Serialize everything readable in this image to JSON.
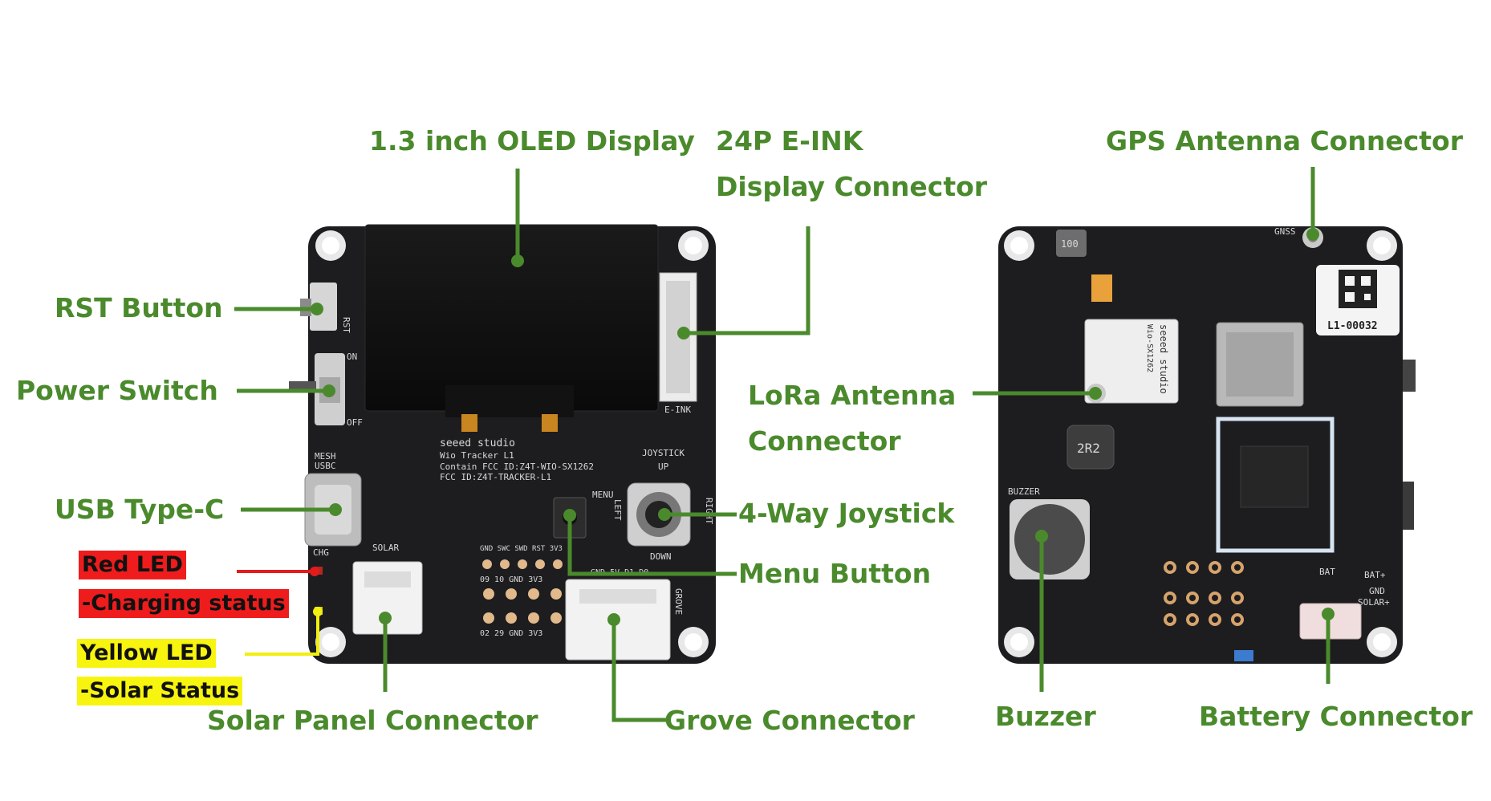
{
  "colors": {
    "label_green": "#4a8a2c",
    "leader_green": "#4a8a2c",
    "leader_red": "#e41b1b",
    "leader_yellow": "#f2ee10",
    "pcb": "#1c1c1e",
    "tag_red": "#ee1c1c",
    "tag_yellow": "#f7f410"
  },
  "labels": {
    "oled": "1.3 inch OLED Display",
    "eink_1": "24P E-INK",
    "eink_2": "Display Connector",
    "gps": "GPS Antenna Connector",
    "rst": "RST Button",
    "power": "Power Switch",
    "usb": "USB Type-C",
    "lora_1": "LoRa Antenna",
    "lora_2": "Connector",
    "joystick": "4-Way Joystick",
    "menu": "Menu Button",
    "solar": "Solar Panel Connector",
    "grove": "Grove Connector",
    "buzzer": "Buzzer",
    "battery": "Battery Connector",
    "red_led": "Red LED",
    "charging": "-Charging status",
    "yellow_led": "Yellow LED",
    "solar_status": "-Solar Status"
  },
  "silkscreen": {
    "rst": "RST",
    "on": "ON",
    "off": "OFF",
    "mesh": "MESH",
    "usbc": "USBC",
    "brand_front": "seeed studio",
    "model": "Wio Tracker L1",
    "fcc1": "Contain FCC ID:Z4T-WIO-SX1262",
    "fcc2": "FCC ID:Z4T-TRACKER-L1",
    "joystick": "JOYSTICK",
    "up": "UP",
    "down": "DOWN",
    "right": "RIGHT",
    "left": "LEFT",
    "menu": "MENU",
    "eink": "E-INK",
    "chg": "CHG",
    "solar": "SOLAR",
    "grove": "GROVE",
    "pins_top": "GND SWC SWD RST 3V3",
    "pins_top_nums": "09 10 GND 3V3",
    "pins_bottom": "02 29 GND 3V3",
    "grove_pins": "GND 5V D1 D0",
    "gnss": "GNSS",
    "serial": "L1-00032",
    "brand_module": "seeed studio",
    "module_model": "Wio-SX1262",
    "inductor1": "100",
    "inductor2": "2R2",
    "buzzer": "BUZZER",
    "bat_plus": "BAT+",
    "gnd": "GND",
    "solar_plus": "SOLAR+",
    "bat": "BAT"
  }
}
